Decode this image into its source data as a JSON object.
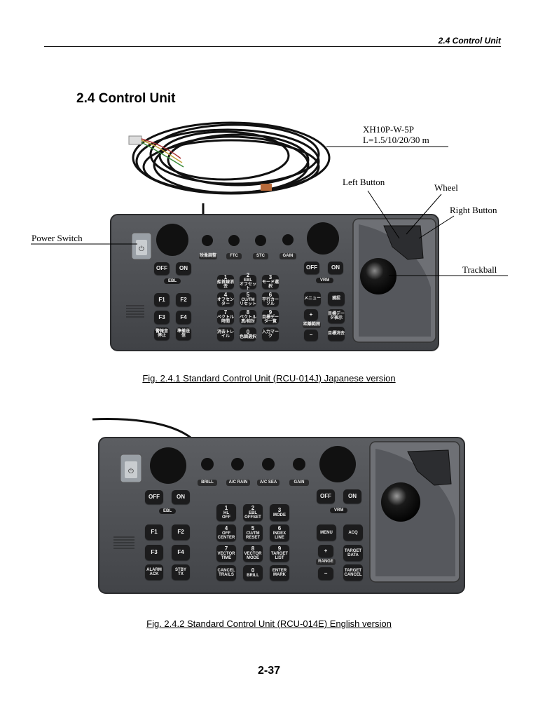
{
  "header": {
    "running_head": "2.4 Control Unit",
    "section_title": "2.4 Control Unit"
  },
  "figure1": {
    "caption": "Fig. 2.4.1 Standard Control Unit (RCU-014J) Japanese version",
    "callouts": {
      "cable_model": "XH10P-W-5P",
      "cable_length": "L=1.5/10/20/30 m",
      "left_button": "Left Button",
      "wheel": "Wheel",
      "right_button": "Right Button",
      "power_switch": "Power Switch",
      "trackball": "Trackball"
    },
    "knob_labels": [
      "映像調整",
      "FTC",
      "STC",
      "GAIN"
    ],
    "keys": {
      "off_left": "OFF",
      "on_left": "ON",
      "ebl": "EBL",
      "off_right": "OFF",
      "on_right": "ON",
      "vrm": "VRM",
      "f1": "F1",
      "f2": "F2",
      "f3": "F3",
      "f4": "F4",
      "k1_num": "1",
      "k1_text": "船首線消去",
      "k2_num": "2",
      "k2_text": "EBL",
      "k2_text2": "オフセット",
      "k3_num": "3",
      "k3_text": "モード選択",
      "k4_num": "4",
      "k4_text": "オフセンター",
      "k5_num": "5",
      "k5_text": "CU/TM",
      "k5_text2": "リセット",
      "k6_num": "6",
      "k6_text": "平行カーソル",
      "k7_num": "7",
      "k7_text": "ベクトル時間",
      "k8_num": "8",
      "k8_text": "ベクトル真/相対",
      "k9_num": "9",
      "k9_text": "目標データ一覧",
      "alarm": "警報音停止",
      "stby": "準備送信",
      "k_cancel": "消去トレイル",
      "k0_num": "0",
      "k0_text": "色調選択",
      "k_enter": "入力マーク",
      "menu": "メニュー",
      "acq": "捕捉",
      "target_data": "目標データ表示",
      "range": "距離範囲",
      "target_cancel": "目標消去",
      "plus": "+",
      "minus": "−"
    }
  },
  "figure2": {
    "caption": "Fig. 2.4.2 Standard Control Unit (RCU-014E) English version",
    "knob_labels": [
      "BRILL",
      "A/C RAIN",
      "A/C SEA",
      "GAIN"
    ],
    "keys": {
      "off_left": "OFF",
      "on_left": "ON",
      "ebl": "EBL",
      "off_right": "OFF",
      "on_right": "ON",
      "vrm": "VRM",
      "f1": "F1",
      "f2": "F2",
      "f3": "F3",
      "f4": "F4",
      "k1_num": "1",
      "k1_text": "HL",
      "k1_text2": "OFF",
      "k2_num": "2",
      "k2_text": "EBL",
      "k2_text2": "OFFSET",
      "k3_num": "3",
      "k3_text": "MODE",
      "k4_num": "4",
      "k4_text": "OFF",
      "k4_text2": "CENTER",
      "k5_num": "5",
      "k5_text": "CU/TM",
      "k5_text2": "RESET",
      "k6_num": "6",
      "k6_text": "INDEX",
      "k6_text2": "LINE",
      "k7_num": "7",
      "k7_text": "VECTOR",
      "k7_text2": "TIME",
      "k8_num": "8",
      "k8_text": "VECTOR",
      "k8_text2": "MODE",
      "k9_num": "9",
      "k9_text": "TARGET",
      "k9_text2": "LIST",
      "alarm": "ALARM",
      "alarm2": "ACK",
      "stby": "STBY",
      "stby2": "TX",
      "k_cancel": "CANCEL",
      "k_cancel2": "TRAILS",
      "k0_num": "0",
      "k0_text": "BRILL",
      "k_enter": "ENTER",
      "k_enter2": "MARK",
      "menu": "MENU",
      "acq": "ACQ",
      "target_data": "TARGET",
      "target_data2": "DATA",
      "range": "RANGE",
      "target_cancel": "TARGET",
      "target_cancel2": "CANCEL",
      "plus": "+",
      "minus": "−"
    }
  },
  "footer": {
    "page_number": "2-37"
  }
}
